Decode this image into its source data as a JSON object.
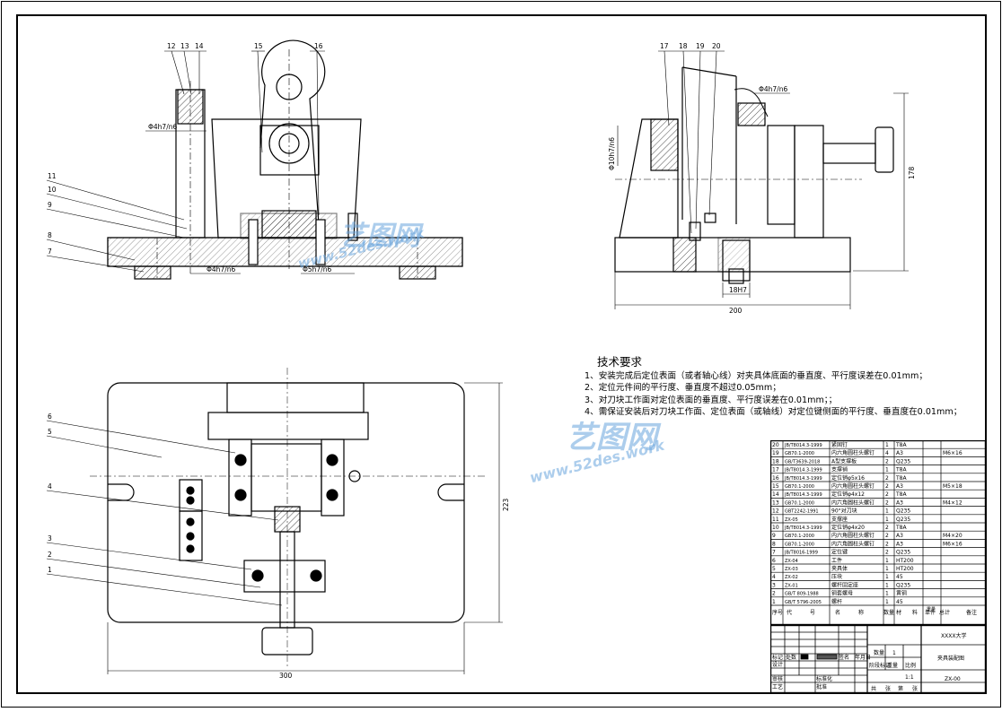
{
  "drawing": {
    "part_labels_front": [
      "12",
      "13",
      "14",
      "15",
      "16"
    ],
    "part_labels_left_front": [
      "11",
      "10",
      "9",
      "8",
      "7"
    ],
    "part_labels_side": [
      "17",
      "18",
      "19",
      "20"
    ],
    "part_labels_top": [
      "6",
      "5",
      "4",
      "3",
      "2",
      "1"
    ],
    "fits": {
      "front_top": "Φ4h7/n6",
      "front_bottom_left": "Φ4h7/n6",
      "front_bottom_right": "Φ5h7/n6",
      "side_top": "Φ4h7/n6",
      "side_left": "Φ10h7/n6",
      "side_bottom": "18H7"
    },
    "dimensions": {
      "side_height": "178",
      "side_width": "200",
      "top_width": "300",
      "top_height": "223"
    }
  },
  "requirements": {
    "title": "技术要求",
    "lines": [
      "1、安装完成后定位表面（或者轴心线）对夹具体底面的垂直度、平行度误差在0.01mm；",
      "2、定位元件间的平行度、垂直度不超过0.05mm；",
      "3、对刀块工作面对定位表面的垂直度、平行度误差在0.01mm；；",
      "4、需保证安装后对刀块工作面、定位表面（或轴线）对定位键侧面的平行度、垂直度在0.01mm；"
    ]
  },
  "watermark": {
    "brand": "艺图网",
    "url": "www.52des.work"
  },
  "bom": {
    "rows": [
      [
        "20",
        "JB/T8014.3-1999",
        "紧固钉",
        "1",
        "T8A",
        ""
      ],
      [
        "19",
        "GB70.1-2000",
        "内六角圆柱头螺钉",
        "4",
        "A3",
        "M6×16"
      ],
      [
        "18",
        "GB/T3639-2018",
        "A型支撑板",
        "2",
        "Q235",
        ""
      ],
      [
        "17",
        "JB/T8014.3-1999",
        "支撑销",
        "1",
        "T8A",
        ""
      ],
      [
        "16",
        "JB/T8014.3-1999",
        "定位销φ5x16",
        "2",
        "T8A",
        ""
      ],
      [
        "15",
        "GB70.1-2000",
        "内六角圆柱头螺钉",
        "2",
        "A3",
        "M5×18"
      ],
      [
        "14",
        "JB/T8014.3-1999",
        "定位销φ4x12",
        "2",
        "T8A",
        ""
      ],
      [
        "13",
        "GB70.1-2000",
        "内六角圆柱头螺钉",
        "2",
        "A3",
        "M4×12"
      ],
      [
        "12",
        "GBT2242-1991",
        "90°对刀块",
        "1",
        "Q235",
        ""
      ],
      [
        "11",
        "ZX-05",
        "支撑座",
        "1",
        "Q235",
        ""
      ],
      [
        "10",
        "JB/T8014.3-1999",
        "定位销φ4x20",
        "2",
        "T8A",
        ""
      ],
      [
        "9",
        "GB70.1-2000",
        "内六角圆柱头螺钉",
        "2",
        "A3",
        "M4×20"
      ],
      [
        "8",
        "GB70.1-2000",
        "内六角圆柱头螺钉",
        "2",
        "A3",
        "M6×16"
      ],
      [
        "7",
        "JB/T8016-1999",
        "定位键",
        "2",
        "Q235",
        ""
      ],
      [
        "6",
        "ZX-04",
        "工件",
        "1",
        "HT200",
        ""
      ],
      [
        "5",
        "ZX-03",
        "夹具体",
        "1",
        "HT200",
        ""
      ],
      [
        "4",
        "ZX-02",
        "压块",
        "1",
        "45",
        ""
      ],
      [
        "3",
        "ZX-01",
        "螺杆固定座",
        "1",
        "Q235",
        ""
      ],
      [
        "2",
        "GB/T 809-1988",
        "铜套螺母",
        "1",
        "黄铜",
        ""
      ],
      [
        "1",
        "GB/T 5796-2005",
        "螺杆",
        "1",
        "45",
        ""
      ]
    ],
    "header": [
      "序号",
      "代",
      "号",
      "名",
      "称",
      "数量",
      "材",
      "料",
      "单件",
      "总计",
      "备注"
    ],
    "mass_label": "重量"
  },
  "title_block": {
    "school": "XXXX大学",
    "drawing_name": "夹具装配图",
    "drawing_no": "ZX-00",
    "quantity_label": "数量",
    "quantity": "1",
    "weight_label": "重量",
    "scale_label": "比例",
    "scale": "1:1",
    "row_labels": [
      "标记",
      "处数",
      "分区",
      "更改文件号",
      "签名",
      "年月日"
    ],
    "left_labels": [
      "设计",
      "审核",
      "工艺"
    ],
    "std_label": "标准化",
    "approve_label": "批准",
    "stage_label": "阶段标记",
    "sheet_labels": [
      "共",
      "张",
      "第",
      "张"
    ]
  }
}
